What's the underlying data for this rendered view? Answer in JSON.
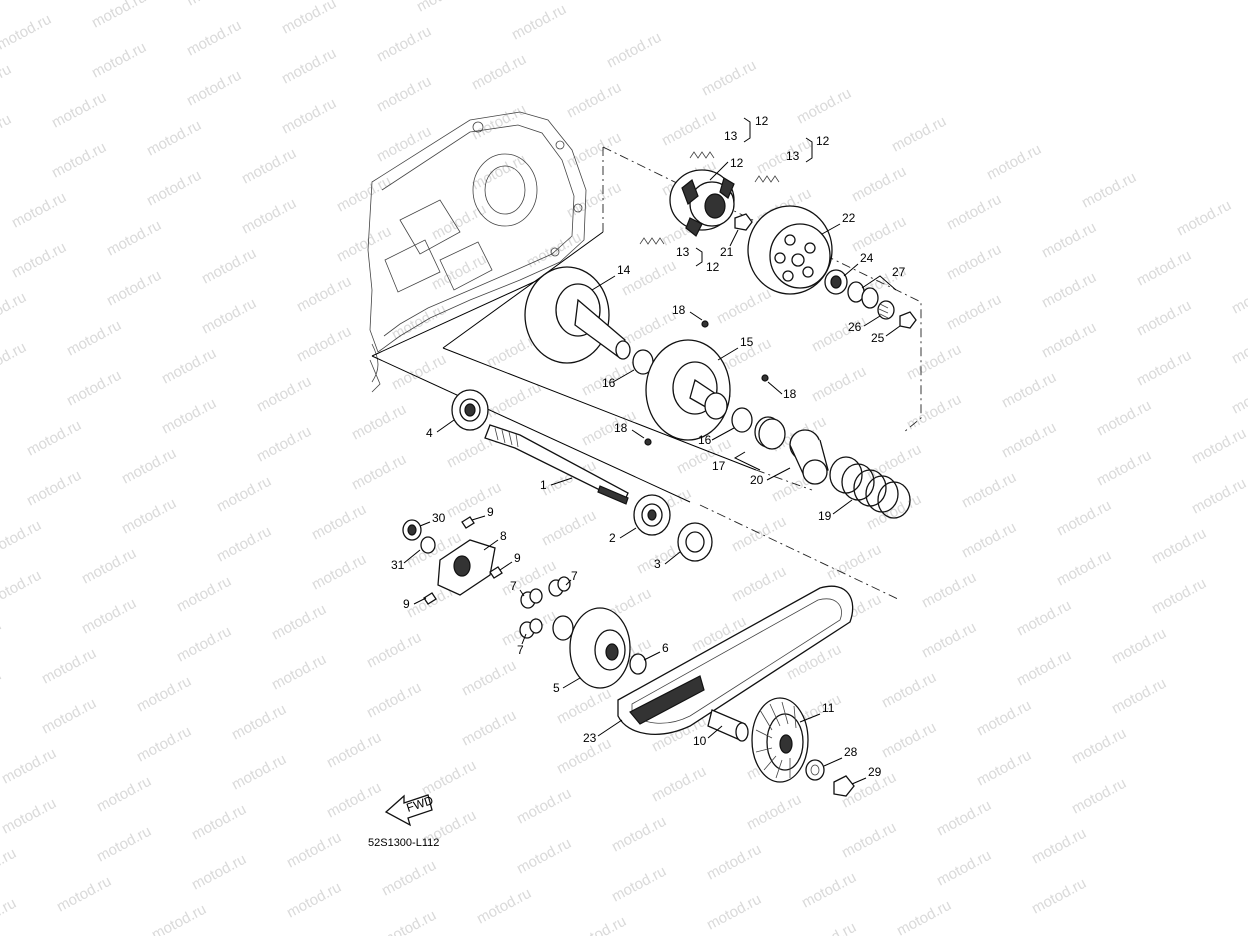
{
  "watermark": "motod.ru",
  "diagram_code": "52S1300-L112",
  "fwd_label": "FWD",
  "callouts": [
    {
      "id": "c1",
      "text": "1"
    },
    {
      "id": "c2",
      "text": "2"
    },
    {
      "id": "c3",
      "text": "3"
    },
    {
      "id": "c4",
      "text": "4"
    },
    {
      "id": "c5",
      "text": "5"
    },
    {
      "id": "c6",
      "text": "6"
    },
    {
      "id": "c7a",
      "text": "7"
    },
    {
      "id": "c7b",
      "text": "7"
    },
    {
      "id": "c7c",
      "text": "7"
    },
    {
      "id": "c8",
      "text": "8"
    },
    {
      "id": "c9a",
      "text": "9"
    },
    {
      "id": "c9b",
      "text": "9"
    },
    {
      "id": "c9c",
      "text": "9"
    },
    {
      "id": "c10",
      "text": "10"
    },
    {
      "id": "c11",
      "text": "11"
    },
    {
      "id": "c12a",
      "text": "12"
    },
    {
      "id": "c12b",
      "text": "12"
    },
    {
      "id": "c12c",
      "text": "12"
    },
    {
      "id": "c12d",
      "text": "12"
    },
    {
      "id": "c13a",
      "text": "13"
    },
    {
      "id": "c13b",
      "text": "13"
    },
    {
      "id": "c13c",
      "text": "13"
    },
    {
      "id": "c14",
      "text": "14"
    },
    {
      "id": "c15",
      "text": "15"
    },
    {
      "id": "c16a",
      "text": "16"
    },
    {
      "id": "c16b",
      "text": "16"
    },
    {
      "id": "c17",
      "text": "17"
    },
    {
      "id": "c18a",
      "text": "18"
    },
    {
      "id": "c18b",
      "text": "18"
    },
    {
      "id": "c18c",
      "text": "18"
    },
    {
      "id": "c19",
      "text": "19"
    },
    {
      "id": "c20",
      "text": "20"
    },
    {
      "id": "c21",
      "text": "21"
    },
    {
      "id": "c22",
      "text": "22"
    },
    {
      "id": "c23",
      "text": "23"
    },
    {
      "id": "c24",
      "text": "24"
    },
    {
      "id": "c25",
      "text": "25"
    },
    {
      "id": "c26",
      "text": "26"
    },
    {
      "id": "c27",
      "text": "27"
    },
    {
      "id": "c28",
      "text": "28"
    },
    {
      "id": "c29",
      "text": "29"
    },
    {
      "id": "c30",
      "text": "30"
    },
    {
      "id": "c31",
      "text": "31"
    }
  ]
}
